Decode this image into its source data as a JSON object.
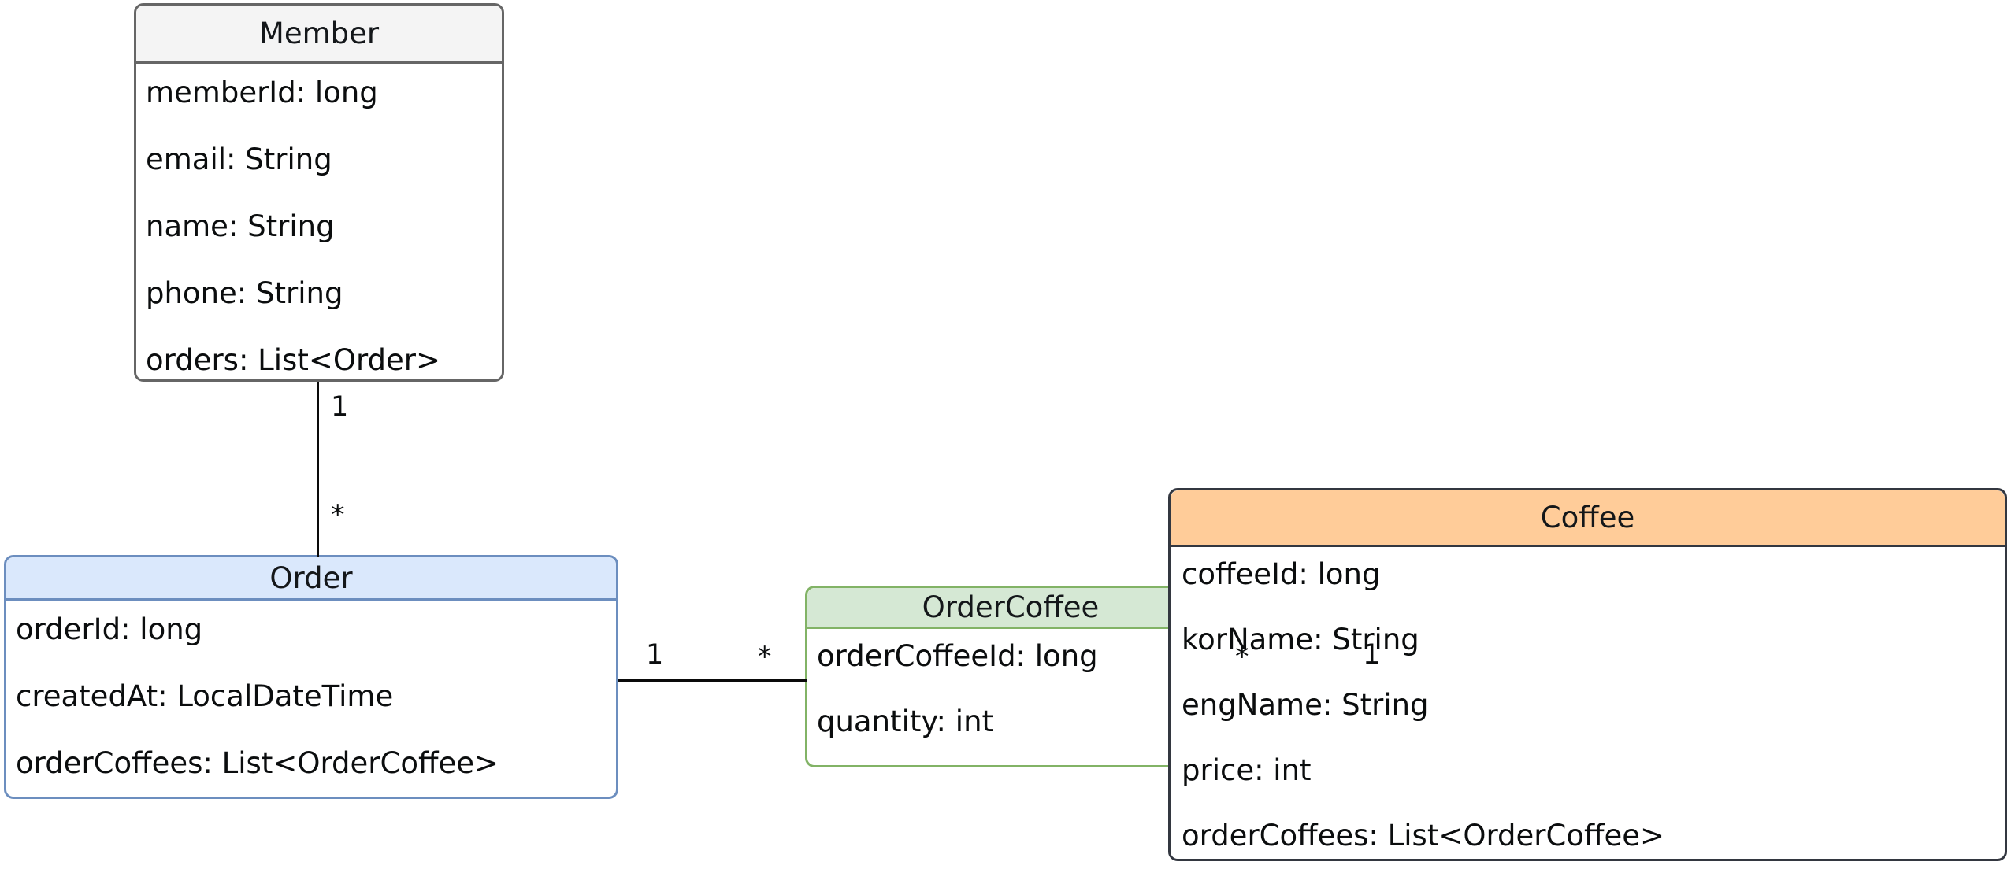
{
  "diagram": {
    "type": "uml-class-diagram",
    "background": "#ffffff",
    "classes": [
      {
        "id": "member",
        "name": "Member",
        "header_fill": "#f4f4f4",
        "border": "#666666",
        "attributes": [
          "memberId: long",
          "email: String",
          "name: String",
          "phone: String",
          "orders: List<Order>"
        ]
      },
      {
        "id": "order",
        "name": "Order",
        "header_fill": "#dae8fc",
        "border": "#6c8ebf",
        "attributes": [
          "orderId: long",
          "createdAt: LocalDateTime",
          "orderCoffees: List<OrderCoffee>"
        ]
      },
      {
        "id": "ordercoffee",
        "name": "OrderCoffee",
        "header_fill": "#d5e8d4",
        "border": "#82b366",
        "attributes": [
          "orderCoffeeId: long",
          "quantity: int"
        ]
      },
      {
        "id": "coffee",
        "name": "Coffee",
        "header_fill": "#ffcc99",
        "border": "#333740",
        "attributes": [
          "coffeeId: long",
          "korName: String",
          "engName: String",
          "price: int",
          "orderCoffees: List<OrderCoffee>"
        ]
      }
    ],
    "relationships": [
      {
        "id": "member-order",
        "from": "Member",
        "to": "Order",
        "from_multiplicity": "1",
        "to_multiplicity": "*",
        "orientation": "vertical"
      },
      {
        "id": "order-ordercoffee",
        "from": "Order",
        "to": "OrderCoffee",
        "from_multiplicity": "1",
        "to_multiplicity": "*",
        "orientation": "horizontal"
      },
      {
        "id": "ordercoffee-coffee",
        "from": "OrderCoffee",
        "to": "Coffee",
        "from_multiplicity": "*",
        "to_multiplicity": "1",
        "orientation": "horizontal"
      }
    ]
  }
}
